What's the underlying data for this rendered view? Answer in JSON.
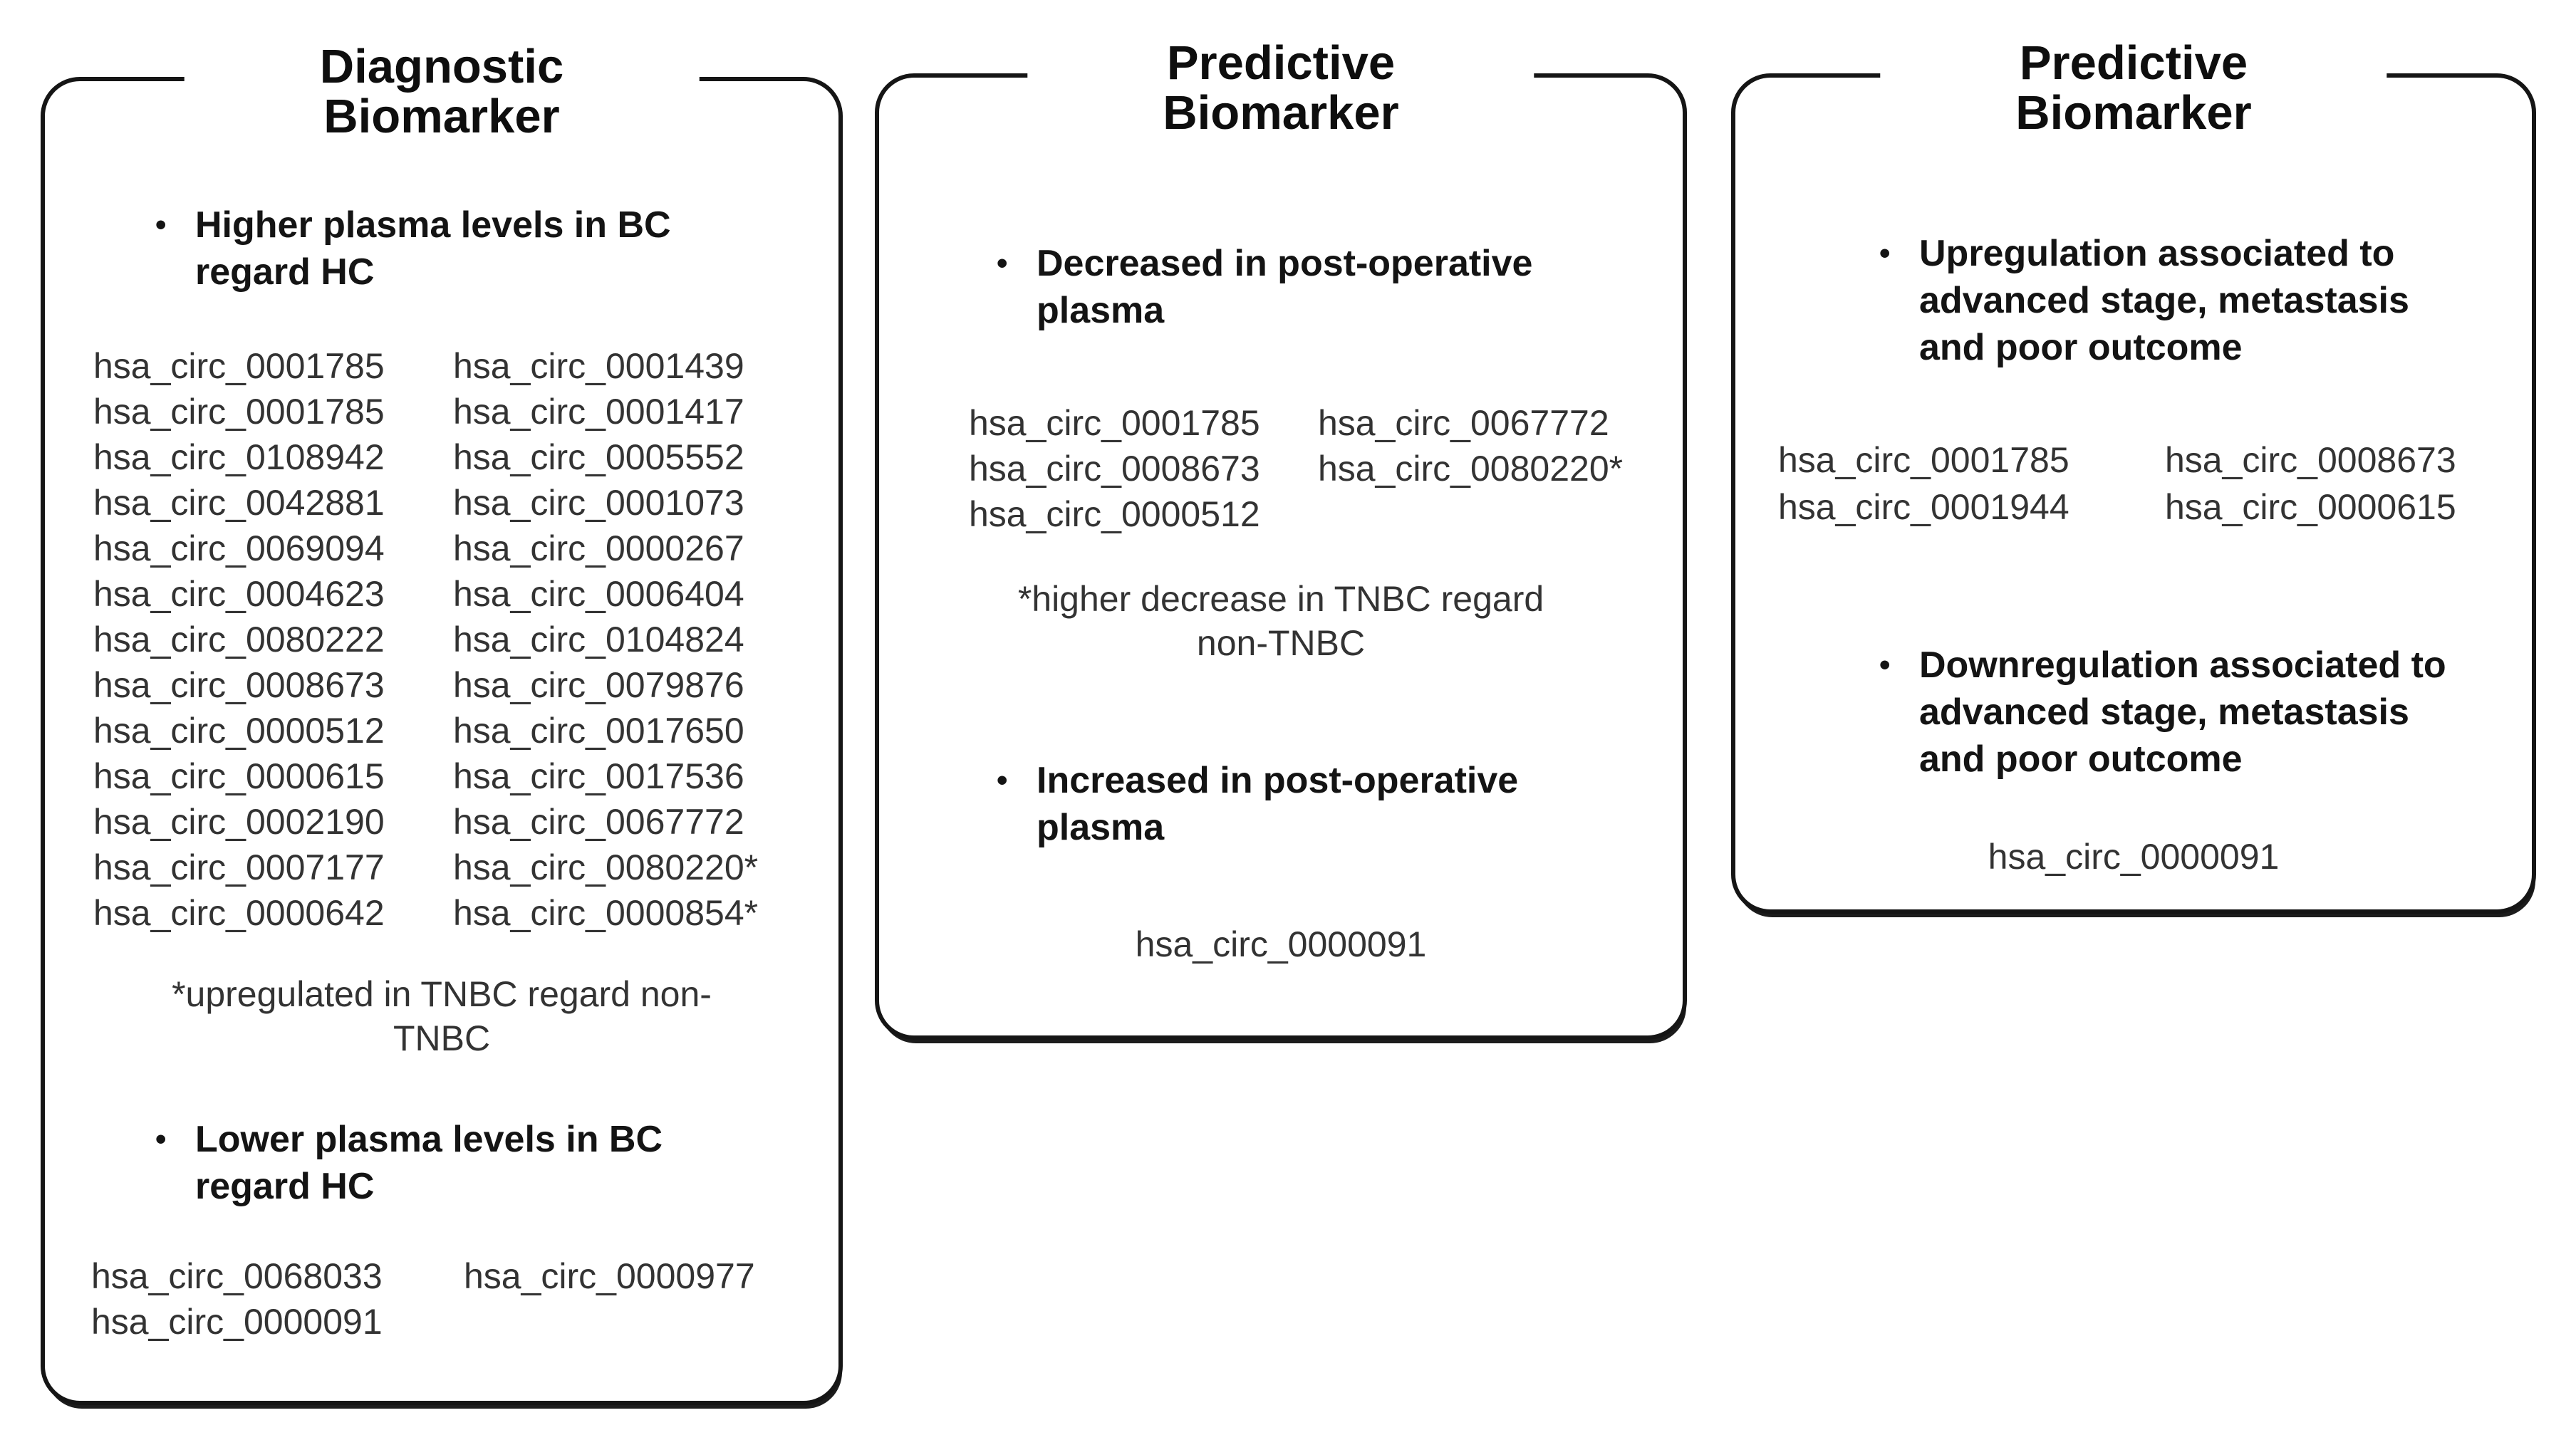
{
  "ui": {
    "bullet_glyph": "•"
  },
  "card1": {
    "title_line1": "Diagnostic",
    "title_line2": "Biomarker",
    "bullet1_line1": "Higher plasma levels in BC",
    "bullet1_line2": "regard HC",
    "list1_col1": [
      "hsa_circ_0001785",
      "hsa_circ_0001785",
      "hsa_circ_0108942",
      "hsa_circ_0042881",
      "hsa_circ_0069094",
      "hsa_circ_0004623",
      "hsa_circ_0080222",
      "hsa_circ_0008673",
      "hsa_circ_0000512",
      "hsa_circ_0000615",
      "hsa_circ_0002190",
      "hsa_circ_0007177",
      "hsa_circ_0000642"
    ],
    "list1_col2": [
      "hsa_circ_0001439",
      "hsa_circ_0001417",
      "hsa_circ_0005552",
      "hsa_circ_0001073",
      "hsa_circ_0000267",
      "hsa_circ_0006404",
      "hsa_circ_0104824",
      "hsa_circ_0079876",
      "hsa_circ_0017650",
      "hsa_circ_0017536",
      "hsa_circ_0067772",
      "hsa_circ_0080220*",
      "hsa_circ_0000854*"
    ],
    "footnote_line1": "*upregulated in TNBC regard non-",
    "footnote_line2": "TNBC",
    "bullet2_line1": "Lower plasma levels in BC",
    "bullet2_line2": "regard HC",
    "list2_col1": [
      "hsa_circ_0068033",
      "hsa_circ_0000091"
    ],
    "list2_col2": [
      "hsa_circ_0000977",
      ""
    ]
  },
  "card2": {
    "title_line1": "Predictive",
    "title_line2": "Biomarker",
    "bullet1_line1": "Decreased in post-operative",
    "bullet1_line2": "plasma",
    "list_col1": [
      "hsa_circ_0001785",
      "hsa_circ_0008673",
      "hsa_circ_0000512"
    ],
    "list_col2": [
      "hsa_circ_0067772",
      "hsa_circ_0080220*",
      ""
    ],
    "footnote_line1": "*higher decrease in TNBC regard",
    "footnote_line2": "non-TNBC",
    "bullet2_line1": "Increased in post-operative",
    "bullet2_line2": "plasma",
    "solo_id": "hsa_circ_0000091"
  },
  "card3": {
    "title_line1": "Predictive",
    "title_line2": "Biomarker",
    "bullet1_line1": "Upregulation associated to",
    "bullet1_line2": "advanced stage, metastasis",
    "bullet1_line3": "and poor outcome",
    "list_col1": [
      "hsa_circ_0001785",
      "hsa_circ_0001944"
    ],
    "list_col2": [
      "hsa_circ_0008673",
      "hsa_circ_0000615"
    ],
    "bullet2_line1": "Downregulation associated to",
    "bullet2_line2": "advanced stage, metastasis",
    "bullet2_line3": "and poor outcome",
    "solo_id": "hsa_circ_0000091"
  }
}
